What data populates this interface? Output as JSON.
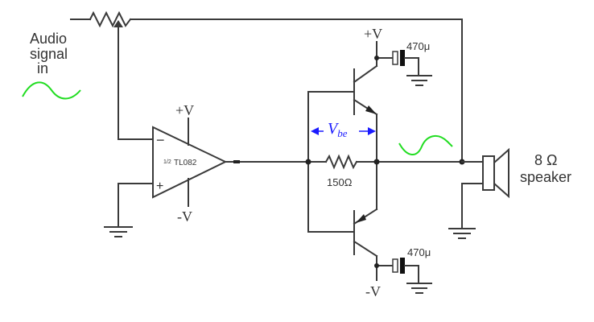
{
  "labels": {
    "audio_line1": "Audio",
    "audio_line2": "signal",
    "audio_line3": "in",
    "opamp_name": "TL082",
    "opamp_fraction": "1/2",
    "opamp_minus": "−",
    "opamp_plus": "+",
    "opamp_pos_supply": "+V",
    "opamp_neg_supply": "-V",
    "top_supply": "+V",
    "bottom_supply": "-V",
    "cap_top": "470μ",
    "cap_bottom": "470μ",
    "vbe_main": "V",
    "vbe_sub": "be",
    "resistor_value": "150Ω",
    "speaker_value": "8 Ω",
    "speaker_word": "speaker"
  },
  "colors": {
    "wire": "#3a3a3a",
    "signal_wave": "#22dd22",
    "vbe_annotation": "#1a1aff",
    "cap_plate_filled": "#111111"
  },
  "icons": {
    "input_wave": "sine-wave-icon",
    "output_wave": "sine-wave-icon",
    "speaker": "speaker-icon",
    "potentiometer": "potentiometer-icon",
    "opamp": "opamp-triangle-icon",
    "transistor_npn": "npn-transistor-icon",
    "transistor_pnp": "pnp-transistor-icon",
    "capacitor": "polarized-capacitor-icon",
    "ground": "ground-icon"
  }
}
